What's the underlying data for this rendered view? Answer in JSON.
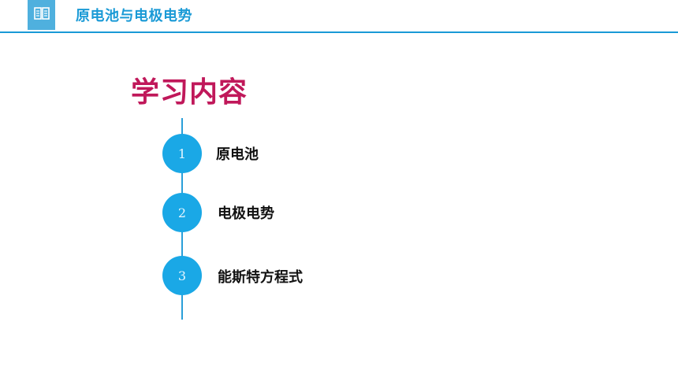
{
  "header": {
    "icon": "book-icon",
    "title": "原电池与电极电势",
    "accent_color": "#1a9ad6"
  },
  "section": {
    "title": "学习内容",
    "title_color": "#c0185a"
  },
  "steps": [
    {
      "number": "1",
      "label": "原电池"
    },
    {
      "number": "2",
      "label": "电极电势"
    },
    {
      "number": "3",
      "label": "能斯特方程式"
    }
  ]
}
